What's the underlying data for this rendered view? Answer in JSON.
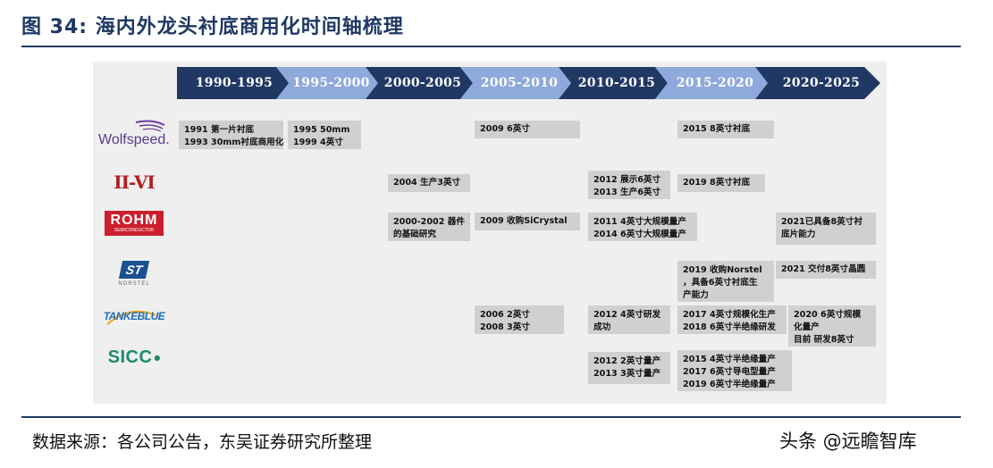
{
  "title": "图 34:  海内外龙头衬底商用化时间轴梳理",
  "timeline": [
    "1990-1995",
    "1995-2000",
    "2000-2005",
    "2005-2010",
    "2010-2015",
    "2015-2020",
    "2020-2025"
  ],
  "companies": [
    {
      "name": "Wolfspeed",
      "logo_text": "Wolfspeed."
    },
    {
      "name": "II-VI",
      "logo_text": "II-VI"
    },
    {
      "name": "ROHM",
      "logo_text": "ROHM",
      "logo_subtext": "SEMICONDUCTOR"
    },
    {
      "name": "ST Norstel",
      "logo_text": "ST",
      "logo_subtext": "NORSTEL"
    },
    {
      "name": "TankeBlue",
      "logo_text": "TANKEBLUE"
    },
    {
      "name": "SICC",
      "logo_text": "SICC"
    }
  ],
  "events": {
    "wolfspeed": [
      [
        "1991 第一片衬底",
        "1993 30mm衬底商用化"
      ],
      [
        "1995 50mm",
        "1999 4英寸"
      ],
      [
        "2009 6英寸"
      ],
      [
        "2015 8英寸衬底"
      ]
    ],
    "iivi": [
      [
        "2004 生产3英寸"
      ],
      [
        "2012 展示6英寸",
        "2013 生产6英寸"
      ],
      [
        "2019  8英寸衬底"
      ]
    ],
    "rohm": [
      [
        "2000-2002 器件",
        "的基础研究"
      ],
      [
        "2009 收购SiCrystal"
      ],
      [
        "2011 4英寸大规模量产",
        "2014 6英寸大规模量产"
      ],
      [
        "2021已具备8英寸衬",
        "底片能力"
      ]
    ],
    "st": [
      [
        "2019  收购Norstel",
        "，具备6英寸衬底生",
        "产能力"
      ],
      [
        "2021 交付8英寸晶圆"
      ]
    ],
    "tankeblue": [
      [
        "2006 2英寸",
        "2008 3英寸"
      ],
      [
        "2012 4英寸研发",
        "成功"
      ],
      [
        "2017 4英寸规模化生产",
        "2018 6英寸半绝缘研发"
      ],
      [
        "2020  6英寸规模",
        "化量产",
        "目前 研发8英寸"
      ]
    ],
    "sicc": [
      [
        "2012 2英寸量产",
        "2013 3英寸量产"
      ],
      [
        "2015 4英寸半绝缘量产",
        "2017 6英寸导电型量产",
        "2019 6英寸半绝缘量产"
      ]
    ]
  },
  "source": "数据来源：各公司公告，东吴证券研究所整理",
  "watermark": "头条 @远瞻智库",
  "colors": {
    "dark": "#1f3864",
    "light": "#8ea9db",
    "box": "#d0d0d0",
    "panel": "#efefef",
    "rohm_red": "#cc1f2d",
    "sicc_green": "#1e8a6e"
  }
}
